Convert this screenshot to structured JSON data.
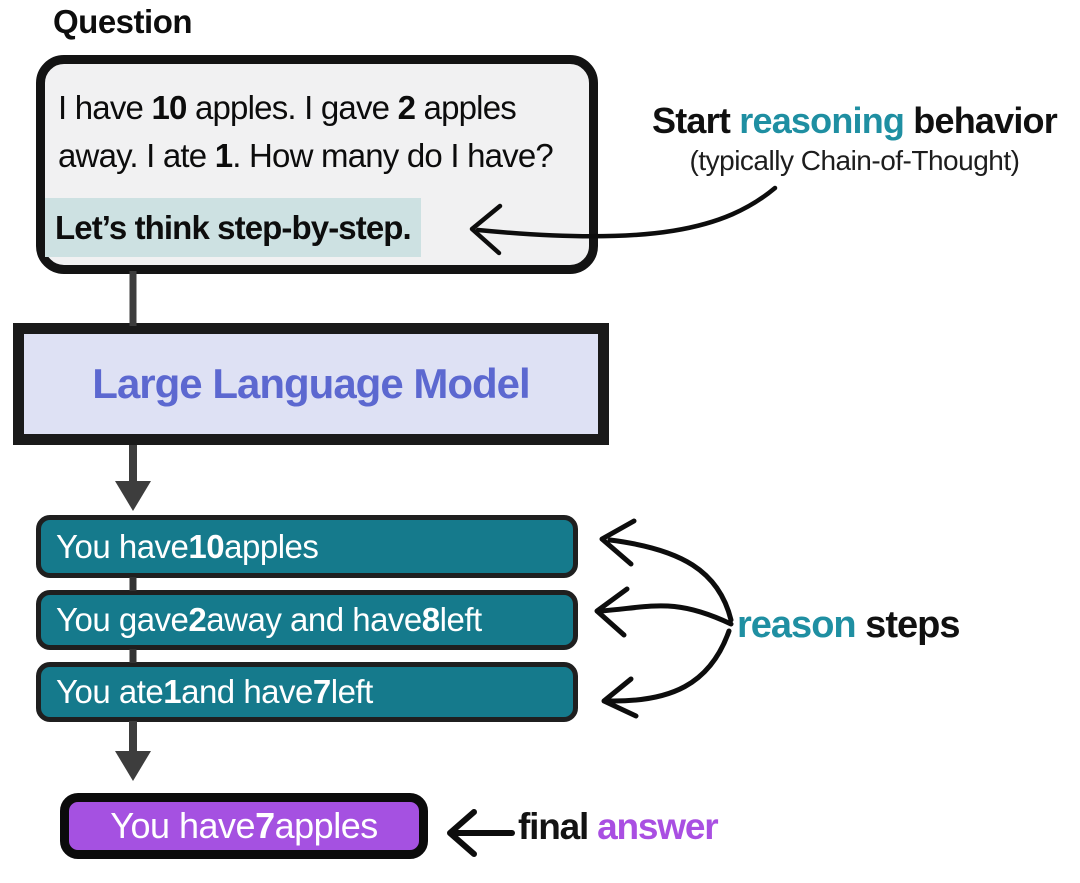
{
  "colors": {
    "teal_accent": "#1f8fa2",
    "teal_box": "#157a8c",
    "purple_accent": "#a94fe2",
    "purple_box": "#a551e1",
    "llm_text": "#5c68d0",
    "llm_bg": "#dee1f4",
    "highlight_bg": "#cde1e2",
    "flow_arrow": "#3d3d3d",
    "ink": "#0d0d0d"
  },
  "question": {
    "label": "Question",
    "segments": [
      {
        "text": "I have "
      },
      {
        "text": "10",
        "bold": true
      },
      {
        "text": " apples. I gave "
      },
      {
        "text": "2",
        "bold": true
      },
      {
        "text": " apples\naway. I ate "
      },
      {
        "text": "1",
        "bold": true
      },
      {
        "text": ". How many do I have?"
      }
    ],
    "highlight": "Let’s think step-by-step."
  },
  "reasoning_annotation": {
    "prefix": "Start ",
    "accent": "reasoning",
    "suffix": " behavior",
    "subtitle": "(typically Chain-of-Thought)"
  },
  "llm": {
    "label": "Large Language Model"
  },
  "steps": [
    {
      "segments": [
        {
          "text": "You have "
        },
        {
          "text": "10",
          "bold": true
        },
        {
          "text": " apples"
        }
      ]
    },
    {
      "segments": [
        {
          "text": "You gave "
        },
        {
          "text": "2",
          "bold": true
        },
        {
          "text": " away and have "
        },
        {
          "text": "8",
          "bold": true
        },
        {
          "text": " left"
        }
      ]
    },
    {
      "segments": [
        {
          "text": "You ate "
        },
        {
          "text": "1",
          "bold": true
        },
        {
          "text": " and have "
        },
        {
          "text": "7",
          "bold": true
        },
        {
          "text": " left"
        }
      ]
    }
  ],
  "steps_annotation": {
    "accent": "reason",
    "suffix": " steps"
  },
  "final": {
    "segments": [
      {
        "text": "You have "
      },
      {
        "text": "7",
        "bold": true
      },
      {
        "text": " apples"
      }
    ]
  },
  "final_annotation": {
    "prefix": "final",
    "accent": " answer"
  }
}
